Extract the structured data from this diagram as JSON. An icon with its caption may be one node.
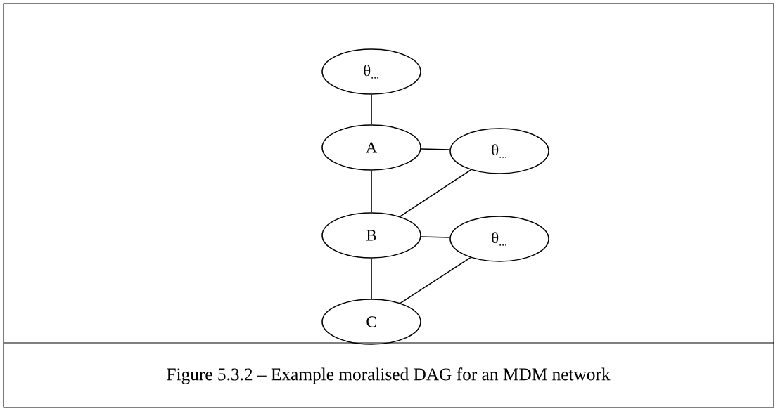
{
  "diagram": {
    "caption": "Figure 5.3.2 – Example moralised DAG for an MDM network",
    "nodes": [
      {
        "text": [
          "θ$_{...}$"
        ]
      },
      {
        "text": [
          "A"
        ]
      },
      {
        "text": [
          "θ$_{...}$"
        ]
      },
      {
        "text": [
          "B"
        ]
      },
      {
        "text": [
          "θ$_{...}$"
        ]
      },
      {
        "text": [
          "C"
        ]
      }
    ],
    "edges": [
      {
        "from": 0,
        "to": 1,
        "arrow": "none"
      },
      {
        "from": 1,
        "to": 2,
        "arrow": "none"
      },
      {
        "from": 1,
        "to": 3,
        "arrow": "none"
      },
      {
        "from": 2,
        "to": 3,
        "arrow": "none"
      },
      {
        "from": 3,
        "to": 4,
        "arrow": "none"
      },
      {
        "from": 3,
        "to": 5,
        "arrow": "none"
      },
      {
        "from": 4,
        "to": 5,
        "arrow": "none"
      }
    ]
  }
}
